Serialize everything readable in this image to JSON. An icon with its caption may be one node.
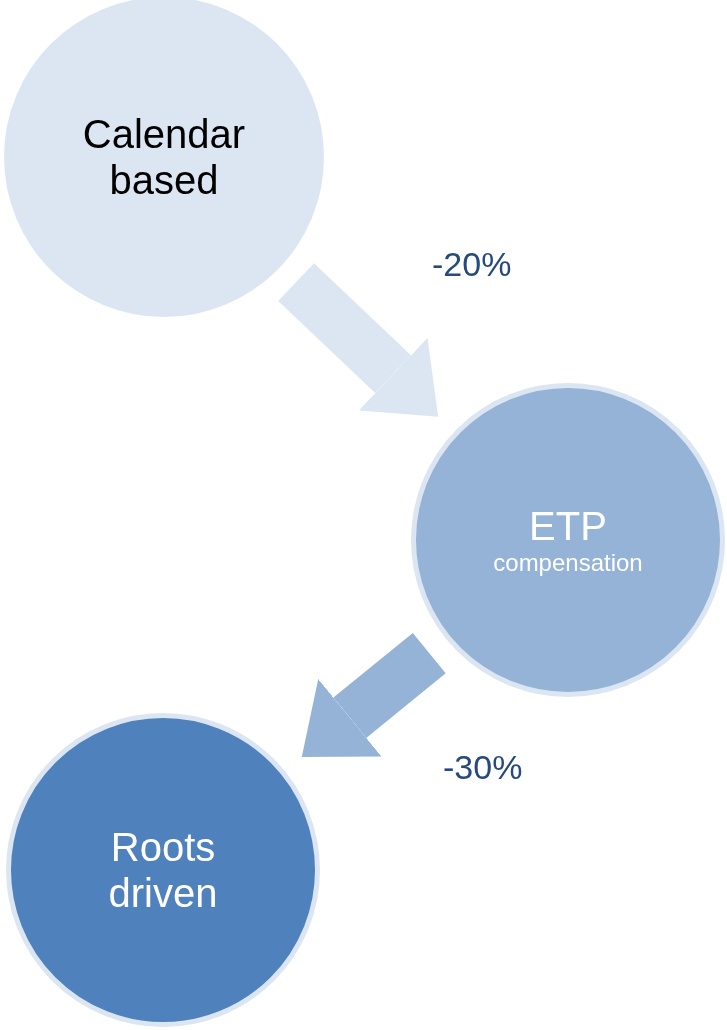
{
  "diagram": {
    "nodes": [
      {
        "text": [
          "Calendar based"
        ]
      },
      {
        "text": [
          "ETP",
          "compensation"
        ]
      },
      {
        "text": [
          "Roots driven"
        ]
      }
    ],
    "edges": [
      {
        "from": 0,
        "to": 1,
        "arrow": "to",
        "label": "-20%",
        "color": "#dce6f2"
      },
      {
        "from": 1,
        "to": 2,
        "arrow": "to",
        "label": "-30%",
        "color": "#95b3d7"
      }
    ]
  }
}
